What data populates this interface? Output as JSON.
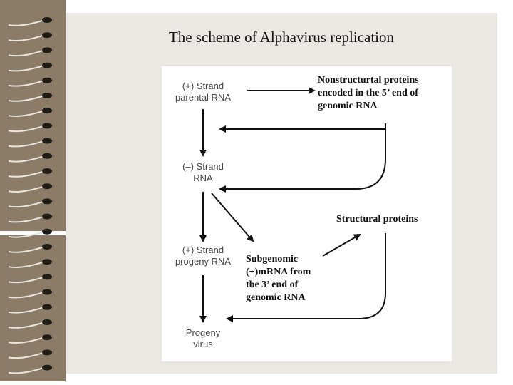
{
  "slide": {
    "title": "The scheme of Alphavirus replication"
  },
  "diagram": {
    "nodes": {
      "plus_parental": [
        "(+) Strand",
        "parental RNA"
      ],
      "minus_strand": [
        "(–) Strand",
        "RNA"
      ],
      "plus_progeny": [
        "(+) Strand",
        "progeny RNA"
      ],
      "progeny_virus": [
        "Progeny",
        "virus"
      ],
      "nonstructural": [
        "Nonstructurtal proteins",
        "encoded in the 5’  end of",
        "genomic RNA"
      ],
      "structural": [
        "Structural proteins"
      ],
      "subgenomic": [
        "Subgenomic",
        "(+)mRNA from",
        "the 3’ end of",
        "genomic RNA"
      ]
    }
  },
  "colors": {
    "paper": "#ebe7e2",
    "binding": "#8c7b66",
    "ink": "#111111"
  }
}
